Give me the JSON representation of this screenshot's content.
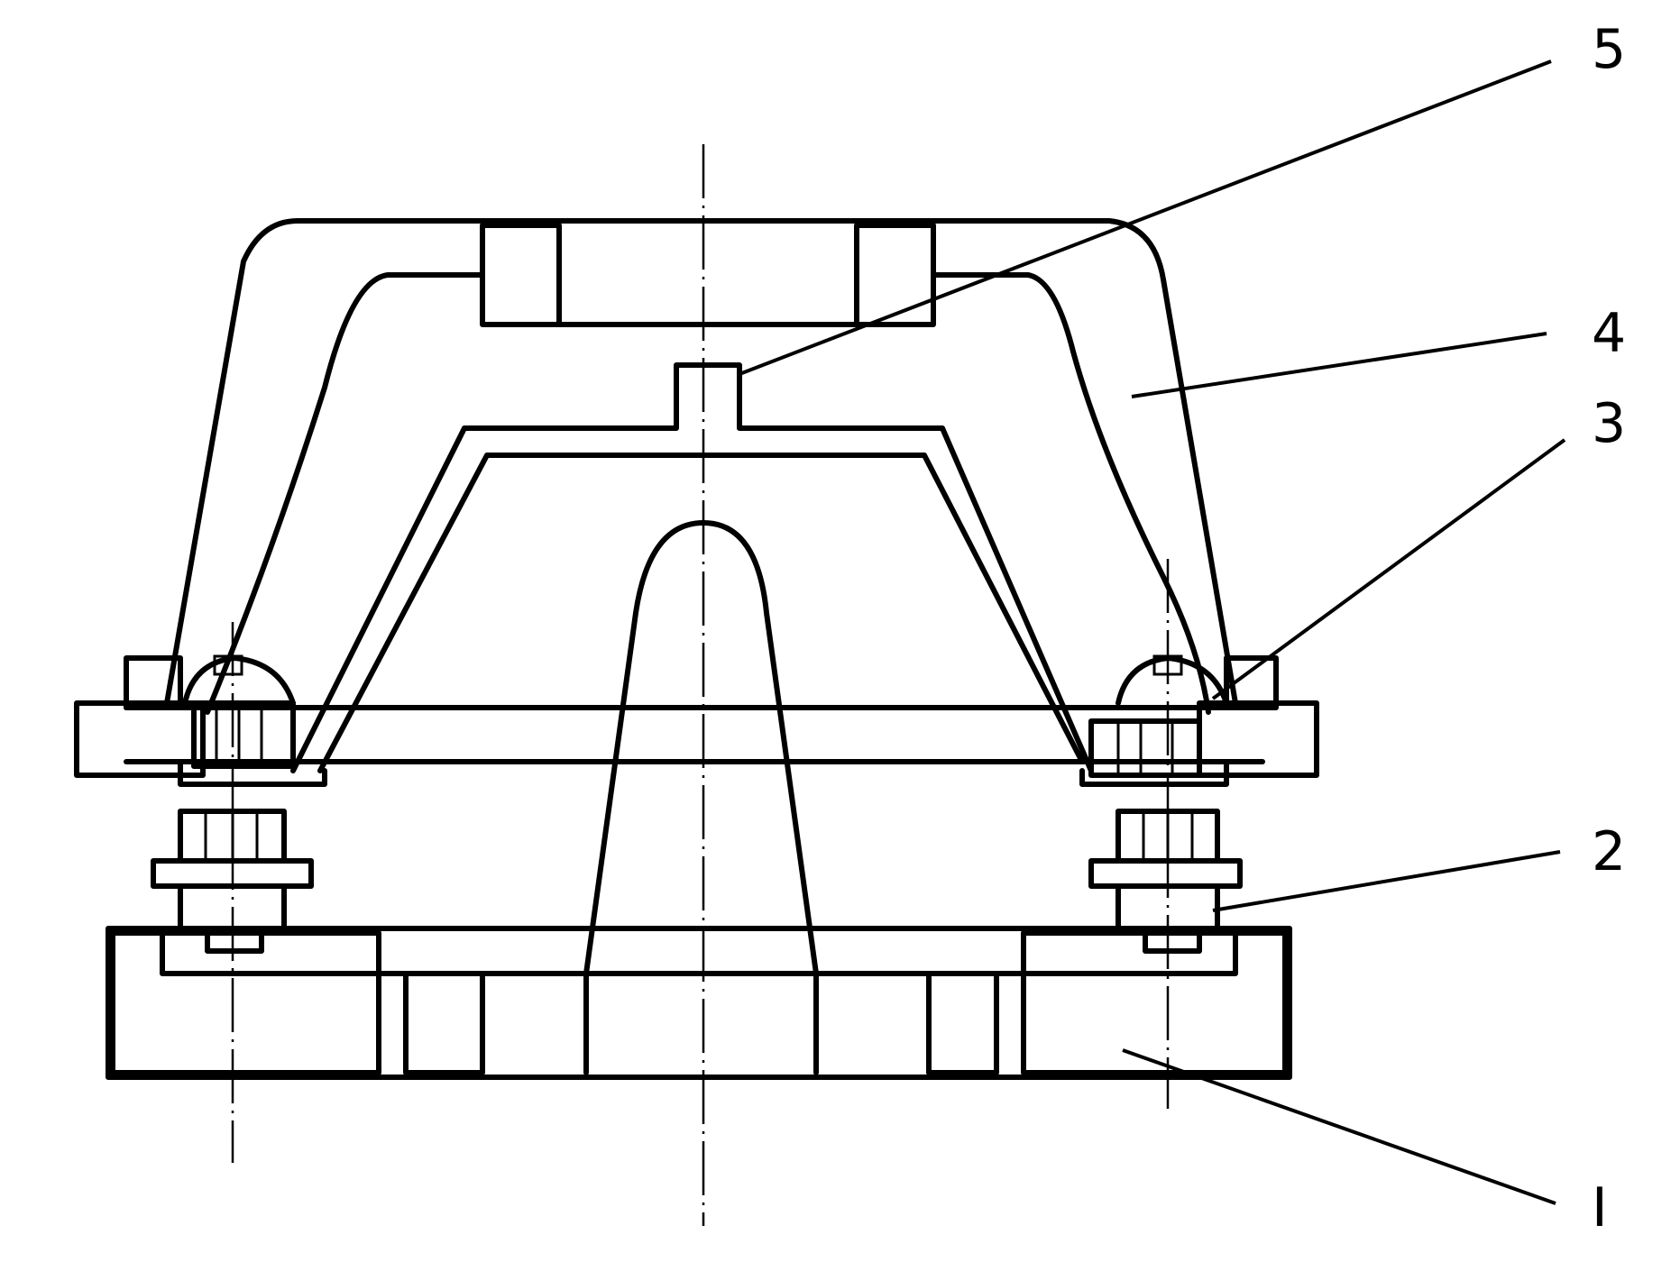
{
  "labels": {
    "part1": "I",
    "part2": "2",
    "part3": "3",
    "part4": "4",
    "part5": "5"
  }
}
